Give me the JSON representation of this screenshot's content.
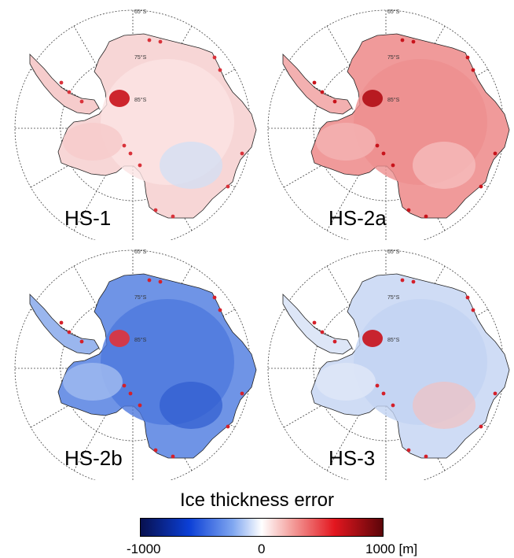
{
  "panels": [
    {
      "label": "HS-1",
      "tone": "mixed"
    },
    {
      "label": "HS-2a",
      "tone": "red"
    },
    {
      "label": "HS-2b",
      "tone": "blue"
    },
    {
      "label": "HS-3",
      "tone": "lightblue"
    }
  ],
  "grid_labels": {
    "lat65": "65°S",
    "lat75": "75°S",
    "lat85": "85°S"
  },
  "colorbar": {
    "title": "Ice thickness error",
    "tick_min": "-1000",
    "tick_mid": "0",
    "tick_max": "1000 [m]",
    "colors": {
      "neg_max": "#08104f",
      "neg": "#0b3fd6",
      "zero": "#ffffff",
      "pos": "#e3171f",
      "pos_max": "#5c0509"
    }
  }
}
